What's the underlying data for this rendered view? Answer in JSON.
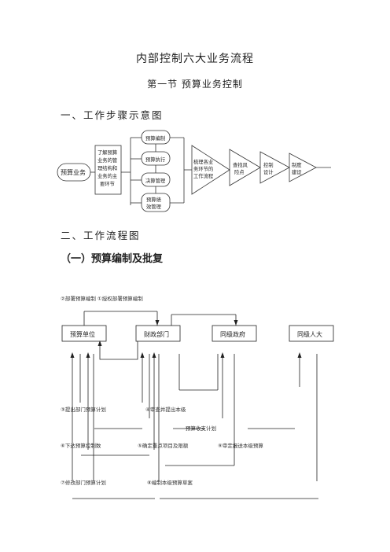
{
  "doc": {
    "title": "内部控制六大业务流程",
    "section": "第一节  预算业务控制",
    "heading_1": "一、工作步骤示意图",
    "heading_2": "二、工作流程图",
    "heading_3": "（一）预算编制及批复"
  },
  "diagram1": {
    "start": "预算业务",
    "understand": [
      "了解预算",
      "业务的管",
      "理结构和",
      "业务的主",
      "要环节"
    ],
    "stages": [
      [
        "预算编制"
      ],
      [
        "预算执行"
      ],
      [
        "决算管理"
      ],
      [
        "预算绩",
        "效管理"
      ]
    ],
    "steps": [
      [
        "梳理各业",
        "务环节的",
        "工作流程"
      ],
      [
        "查找风",
        "险点"
      ],
      [
        "控制",
        "设计"
      ],
      [
        "制度",
        "建设"
      ]
    ]
  },
  "flow": {
    "top_note": "②部署预算编制   ①授权部署预算编制",
    "entities": [
      "预算单位",
      "财政部门",
      "同级政府",
      "同级人大"
    ],
    "labels": {
      "l3": "③提出部门预算计划",
      "l4": "④审查并提出本级",
      "l_budget_plan": "预算收支计划",
      "l6": "⑥下达预算控制数",
      "l5": "⑤确定重点项目及限额",
      "l_gov": "⑨审定报送本级预算",
      "l7": "⑦修改部门预算计划",
      "l8": "⑧编制本级预算草案"
    }
  }
}
